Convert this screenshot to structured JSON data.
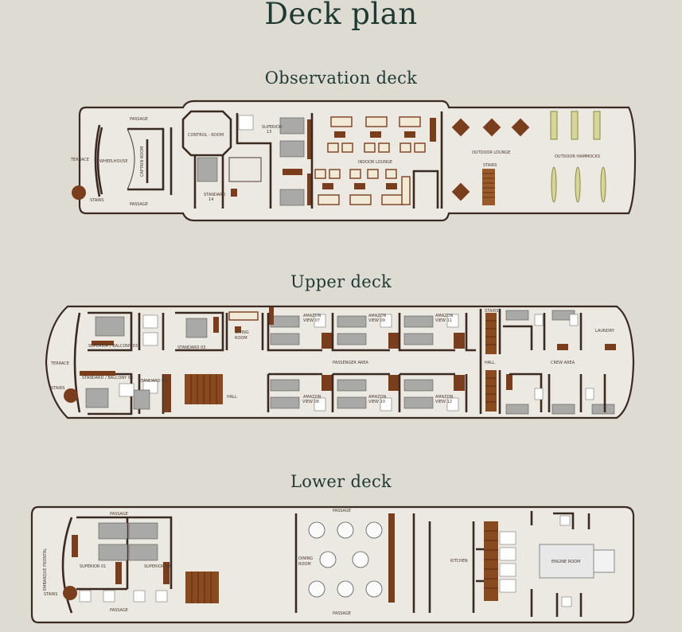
{
  "title": "Deck plan",
  "decks": {
    "observation": {
      "title": "Observation deck",
      "labels": {
        "passage_top": "PASSAGE",
        "passage_bottom": "PASSAGE",
        "terrace": "TERRACE",
        "wheelhouse": "WHEELHOUSE",
        "captain_room": "CAPTAIN ROOM",
        "stairs_left": "STAIRS",
        "control_room": "CONTROL - ROOM",
        "superior_13_a": "SUPERIOR",
        "superior_13_b": "13",
        "standard_14_a": "STANDARD",
        "standard_14_b": "14",
        "indoor_lounge": "INDOOR LOUNGE",
        "outdoor_lounge": "OUTDOOR LOUNGE",
        "stairs_right": "STAIRS",
        "outdoor_hammocks": "OUTDOOR HAMMOCKS"
      }
    },
    "upper": {
      "title": "Upper deck",
      "labels": {
        "superior_balcony_03": "SUPERIOR / BALCONY 03",
        "standard_03": "STANDARD 03",
        "terrace": "TERRACE",
        "standard_balcony_04": "STANDARD / BALCONY 04",
        "standard_06": "STANDARD 06",
        "stairs": "STAIRS",
        "living_room_a": "LIVING",
        "living_room_b": "ROOM",
        "hall_left": "HALL",
        "amazon_view_07_a": "AMAZON",
        "amazon_view_07_b": "VIEW 07",
        "amazon_view_09_a": "AMAZON",
        "amazon_view_09_b": "VIEW 09",
        "amazon_view_11_a": "AMAZON",
        "amazon_view_11_b": "VIEW 11",
        "passenger_area": "PASSENGER AREA",
        "amazon_view_08_a": "AMAZON",
        "amazon_view_08_b": "VIEW 08",
        "amazon_view_10_a": "AMAZON",
        "amazon_view_10_b": "VIEW 10",
        "amazon_view_12_a": "AMAZON",
        "amazon_view_12_b": "VIEW 12",
        "stairs_hall": "STAIRS",
        "hall_right": "HALL",
        "crew_area": "CREW AREA",
        "laundry": "LAUNDRY"
      }
    },
    "lower": {
      "title": "Lower deck",
      "labels": {
        "passage_left_top": "PASSAGE",
        "passage_left_bottom": "PASSAGE",
        "passage_center_top": "PASSAGE",
        "passage_center_bottom": "PASSAGE",
        "embarque_frontal": "EMBARQUE FRONTAL",
        "superior_01": "SUPERIOR 01",
        "superior_02": "SUPERIOR 02",
        "stairs": "STAIRS",
        "dining_room_a": "DINING",
        "dining_room_b": "ROOM",
        "kitchen": "KITCHEN",
        "engine_room": "ENGINE ROOM"
      }
    }
  },
  "colors": {
    "background": "#dedcd2",
    "title": "#1f3a33",
    "hull_fill": "#ece9e2",
    "wall": "#3b2a22",
    "wood": "#7a3e1c",
    "bed": "#a9a9a8"
  }
}
